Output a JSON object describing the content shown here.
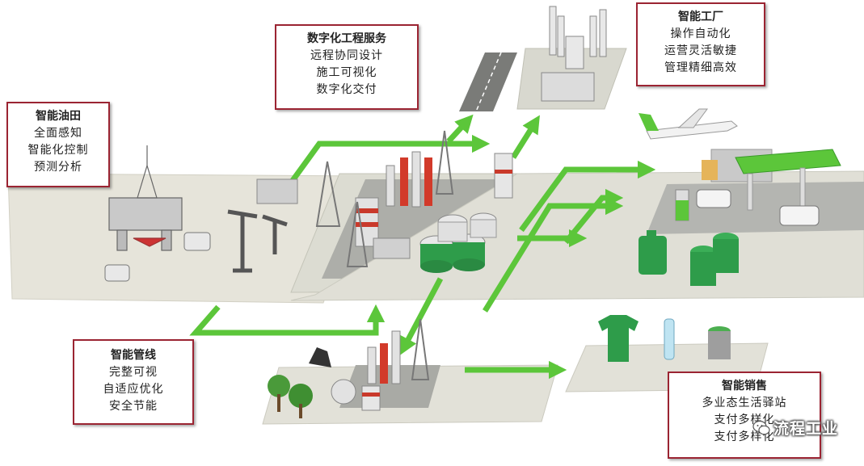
{
  "boxes": {
    "oilfield": {
      "title": "智能油田",
      "lines": [
        "全面感知",
        "智能化控制",
        "预测分析"
      ]
    },
    "engineering": {
      "title": "数字化工程服务",
      "lines": [
        "远程协同设计",
        "施工可视化",
        "数字化交付"
      ]
    },
    "factory": {
      "title": "智能工厂",
      "lines": [
        "操作自动化",
        "运营灵活敏捷",
        "管理精细高效"
      ]
    },
    "pipeline": {
      "title": "智能管线",
      "lines": [
        "完整可视",
        "自适应优化",
        "安全节能"
      ]
    },
    "sales": {
      "title": "智能销售",
      "lines": [
        "多业态生活驿站",
        "支付多样化",
        "支付多样化"
      ]
    }
  },
  "watermark": {
    "text": "流程工业",
    "icon": "wechat-icon"
  },
  "colors": {
    "arrow_green": "#5cc63a",
    "box_border": "#9b2432",
    "platform": "#dcdcd2",
    "platform_edge": "#c4c4b8",
    "tank_green": "#2e9c4a"
  }
}
